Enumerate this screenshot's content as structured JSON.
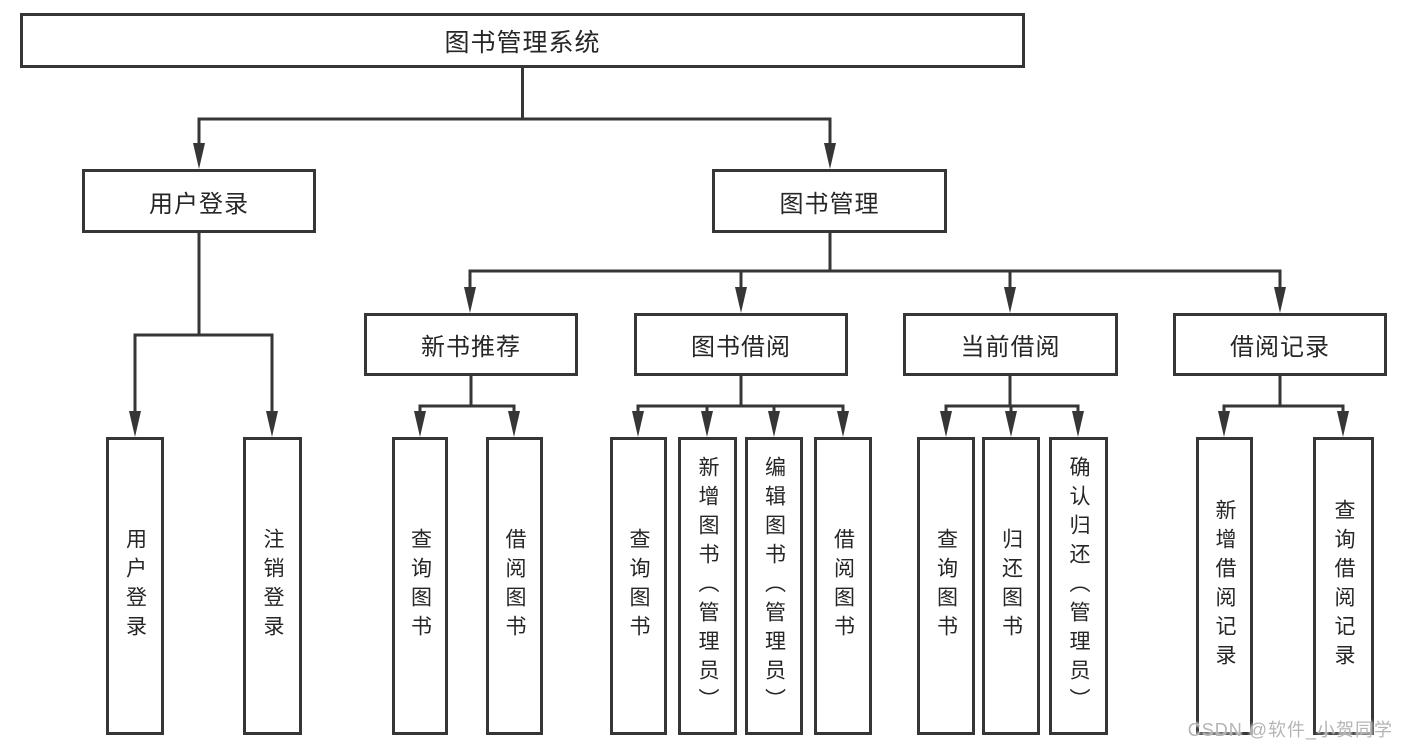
{
  "title": "图书管理系统",
  "modules": {
    "user_login": {
      "label": "用户登录",
      "children": {
        "login": "用户登录",
        "logout": "注销登录"
      }
    },
    "book_management": {
      "label": "图书管理",
      "children": {
        "new_book_recommend": {
          "label": "新书推荐",
          "children": {
            "query_books": "查询图书",
            "borrow_books": "借阅图书"
          }
        },
        "book_borrow": {
          "label": "图书借阅",
          "children": {
            "query_books": "查询图书",
            "add_books_admin": "新增图书（管理员）",
            "edit_books_admin": "编辑图书（管理员）",
            "borrow_books": "借阅图书"
          }
        },
        "current_borrow": {
          "label": "当前借阅",
          "children": {
            "query_books": "查询图书",
            "return_books": "归还图书",
            "confirm_return_admin": "确认归还（管理员）"
          }
        },
        "borrow_records": {
          "label": "借阅记录",
          "children": {
            "add_record": "新增借阅记录",
            "query_record": "查询借阅记录"
          }
        }
      }
    }
  },
  "colors": {
    "line": "#363636",
    "text": "#262626",
    "watermark": "#b5b5b5",
    "background": "#ffffff"
  },
  "watermark": "CSDN @软件_小贺同学"
}
